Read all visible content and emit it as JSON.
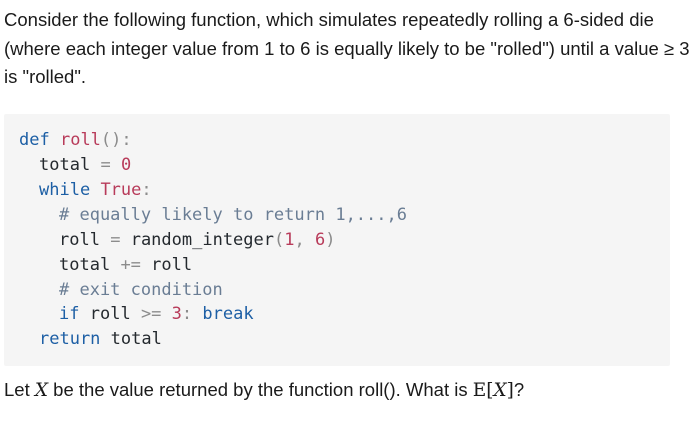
{
  "intro": {
    "text": "Consider the following function, which simulates repeatedly rolling a 6-sided die (where each integer value from 1 to 6 is equally likely to be \"rolled\") until a value ≥ 3 is \"rolled\"."
  },
  "code": {
    "l1_def": "def",
    "l1_name": "roll",
    "l1_parens": "():",
    "l2_var": "total",
    "l2_op": "=",
    "l2_num": "0",
    "l3_while": "while",
    "l3_true": "True",
    "l3_colon": ":",
    "l4_comment": "# equally likely to return 1,...,6",
    "l5_var": "roll",
    "l5_op": "=",
    "l5_call": "random_integer",
    "l5_open": "(",
    "l5_arg1": "1",
    "l5_comma": ",",
    "l5_arg2": "6",
    "l5_close": ")",
    "l6_var": "total",
    "l6_op": "+=",
    "l6_var2": "roll",
    "l7_comment": "# exit condition",
    "l8_if": "if",
    "l8_var": "roll",
    "l8_op": ">=",
    "l8_num": "3",
    "l8_colon": ":",
    "l8_break": "break",
    "l9_return": "return",
    "l9_var": "total"
  },
  "question": {
    "before": "Let ",
    "var_x": "X",
    "middle": " be the value returned by the function roll(). What is ",
    "expect": "E",
    "open_bracket": "[",
    "var_x2": "X",
    "close_bracket": "]",
    "end": "?"
  }
}
